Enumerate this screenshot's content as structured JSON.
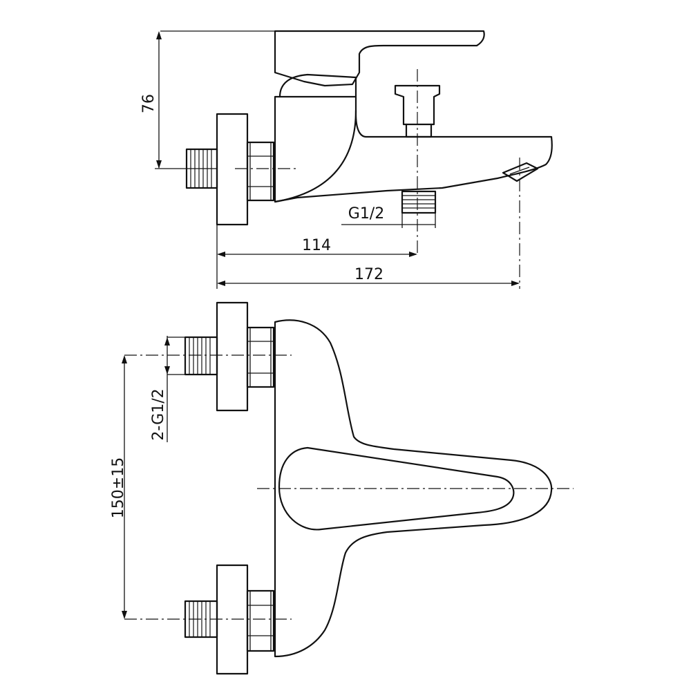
{
  "top_view": {
    "dim_height": "76",
    "dim_thread": "G1/2",
    "dim_diverter": "114",
    "dim_total": "172"
  },
  "front_view": {
    "dim_inlets": "2-G1/2",
    "dim_centers": "150±15"
  }
}
